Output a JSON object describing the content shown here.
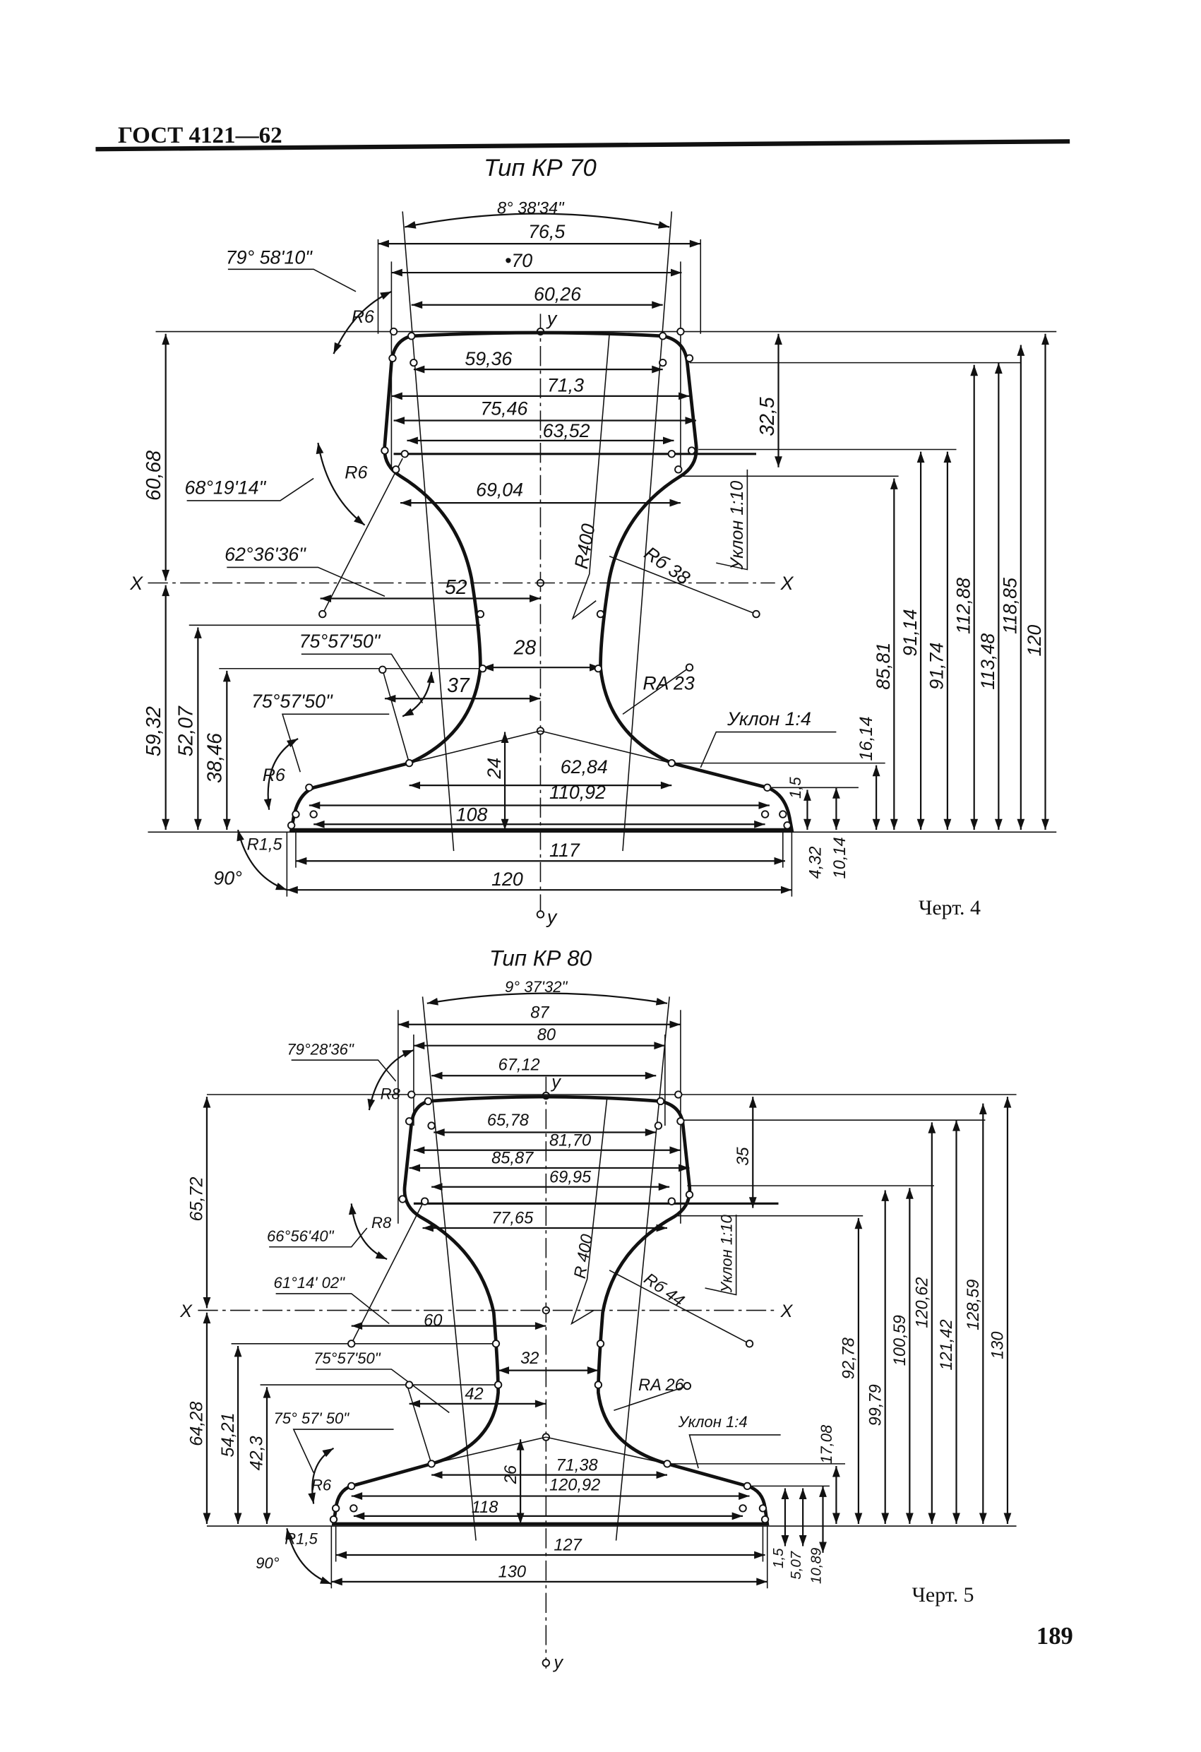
{
  "header": {
    "standard": "ГОСТ 4121—62",
    "page_number": "189"
  },
  "figures": [
    {
      "title": "Тип КР 70",
      "caption": "Черт. 4",
      "axis_labels": {
        "x_left": "X",
        "x_right": "X",
        "y_top": "y",
        "y_bottom": "y"
      },
      "angles": {
        "head_taper": "8° 38'34\"",
        "head_corner": "79° 58'10\"",
        "neck_upper": "68°19'14\"",
        "neck_lower": "62°36'36\"",
        "foot_inner": "75°57'50\"",
        "foot_outer": "75°57'50\"",
        "foot_edge": "90°"
      },
      "radii": {
        "head_corner": "R6",
        "head_lower": "R6",
        "foot_top": "R6",
        "foot_edge": "R1,5",
        "large": "R400",
        "web_upper": "Rб 38",
        "web_lower": "RA 23"
      },
      "slopes": {
        "head": "Уклон 1:10",
        "foot": "Уклон 1:4"
      },
      "widths": [
        "76,5",
        "•70",
        "60,26",
        "59,36",
        "71,3",
        "75,46",
        "63,52",
        "69,04",
        "52",
        "28",
        "37",
        "62,84",
        "110,92",
        "108",
        "117",
        "120"
      ],
      "left_heights": [
        "60,68",
        "59,32",
        "52,07",
        "38,46"
      ],
      "right_heights": [
        "32,5",
        "85,81",
        "91,14",
        "91,74",
        "112,88",
        "113,48",
        "118,85",
        "120",
        "16,14",
        "1,5",
        "4,32",
        "10,14"
      ],
      "center_heights": [
        "24"
      ]
    },
    {
      "title": "Тип КР 80",
      "caption": "Черт. 5",
      "axis_labels": {
        "x_left": "X",
        "x_right": "X",
        "y_top": "y",
        "y_bottom": "y"
      },
      "angles": {
        "head_taper": "9° 37'32\"",
        "head_corner": "79°28'36\"",
        "neck_upper": "66°56'40\"",
        "neck_lower": "61°14' 02\"",
        "foot_inner": "75°57'50\"",
        "foot_outer": "75° 57' 50\"",
        "foot_edge": "90°"
      },
      "radii": {
        "head_corner": "R8",
        "head_lower": "R8",
        "foot_top": "R6",
        "foot_edge": "R1,5",
        "large": "R 400",
        "web_upper": "Rб 44",
        "web_lower": "RA 26"
      },
      "slopes": {
        "head": "Уклон 1:10",
        "foot": "Уклон 1:4"
      },
      "widths": [
        "87",
        "80",
        "67,12",
        "65,78",
        "81,70",
        "85,87",
        "69,95",
        "77,65",
        "60",
        "32",
        "42",
        "71,38",
        "120,92",
        "118",
        "127",
        "130"
      ],
      "left_heights": [
        "65,72",
        "64,28",
        "54,21",
        "42,3"
      ],
      "right_heights": [
        "35",
        "92,78",
        "99,79",
        "100,59",
        "120,62",
        "121,42",
        "128,59",
        "130",
        "17,08",
        "1,5",
        "5,07",
        "10,89"
      ],
      "center_heights": [
        "26"
      ]
    }
  ]
}
